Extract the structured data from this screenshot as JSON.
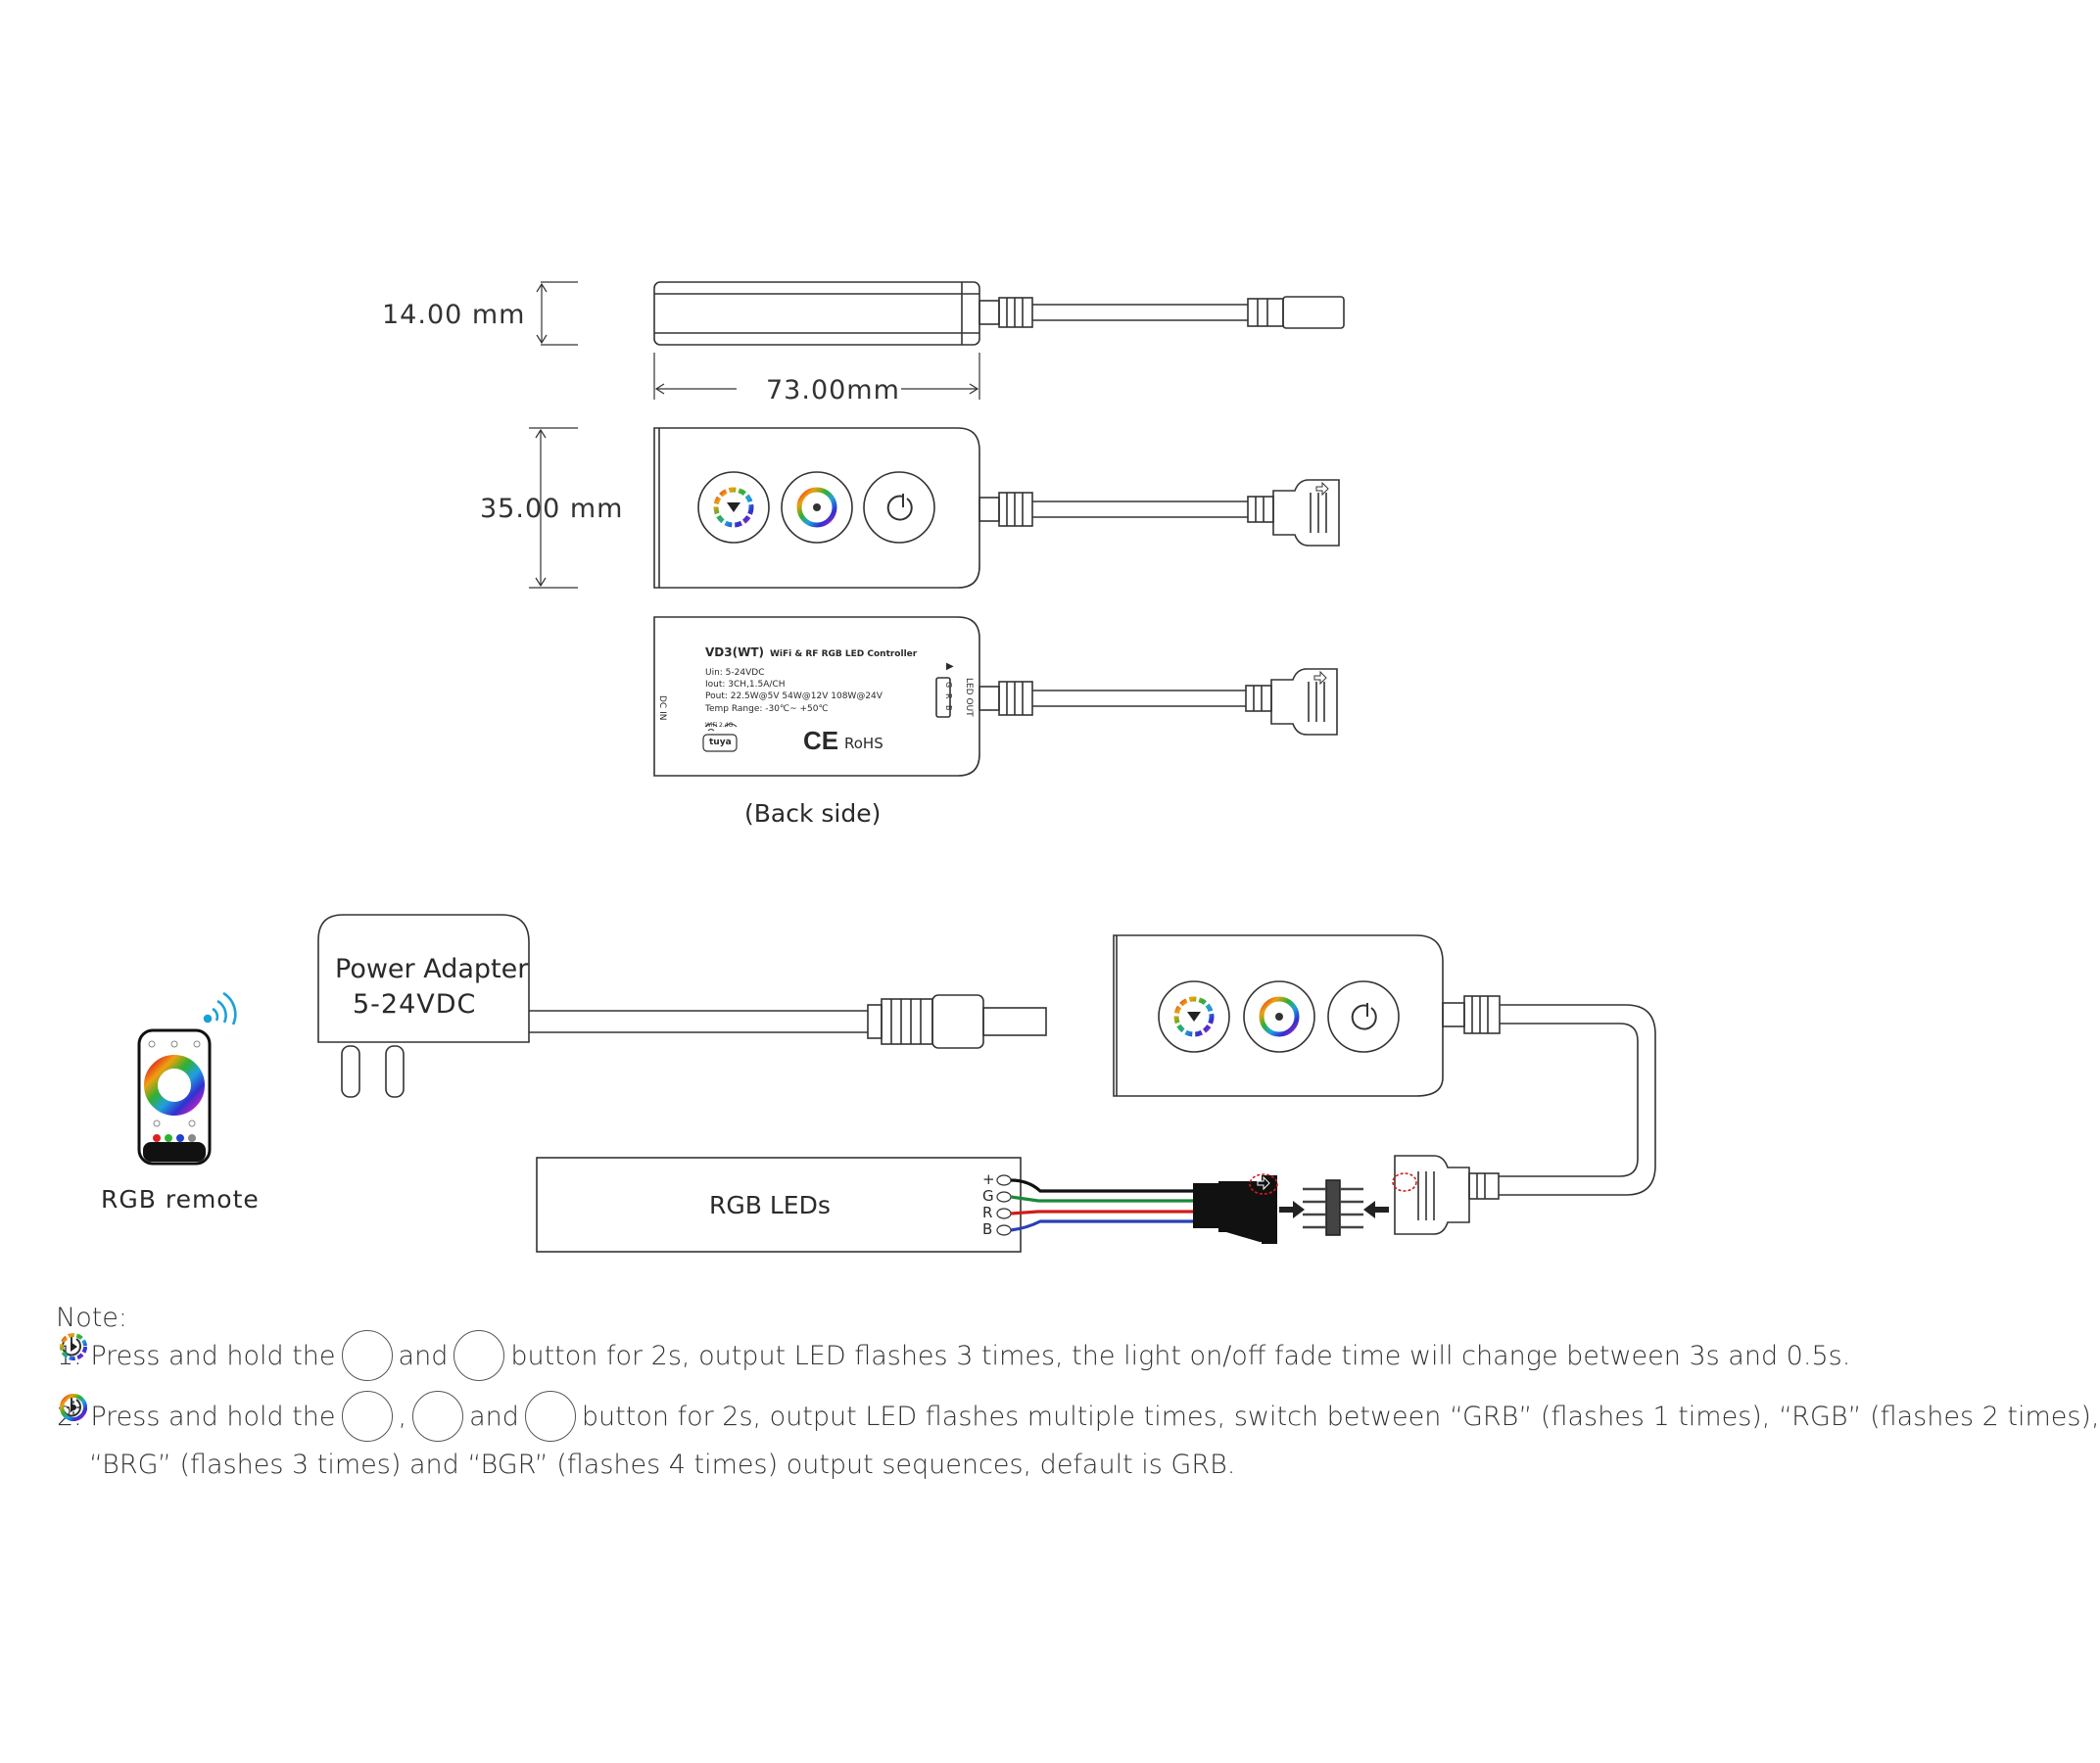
{
  "dimensions": {
    "height": "14.00 mm",
    "length": "73.00mm",
    "width": "35.00 mm"
  },
  "back_label": {
    "model": "VD3(WT)",
    "product": "WiFi & RF RGB LED Controller",
    "uin": "Uin: 5-24VDC",
    "iout": "Iout: 3CH,1.5A/CH",
    "pout": "Pout: 22.5W@5V  54W@12V  108W@24V",
    "temp": "Temp Range: -30℃~ +50℃",
    "wifi": "WiFi 2.4G",
    "tuya": "tuya",
    "ce": "CE",
    "rohs": "RoHS",
    "dc_in": "DC IN",
    "led_out": "LED OUT",
    "pins": [
      "G",
      "R",
      "B"
    ],
    "caption": "(Back side)"
  },
  "wiring": {
    "adapter_title": "Power Adapter",
    "adapter_voltage": "5-24VDC",
    "remote_label": "RGB remote",
    "strip_label": "RGB LEDs",
    "strip_pins": [
      "+",
      "G",
      "R",
      "B"
    ]
  },
  "notes": {
    "title": "Note:",
    "n1_prefix": "1. Press and hold the",
    "n1_and": "and",
    "n1_rest": "button for 2s, output LED flashes 3 times,  the light on/off fade time will change between 3s and 0.5s.",
    "n2_prefix": "2. Press and hold the",
    "n2_comma": ",",
    "n2_and": "and",
    "n2_rest": "button for 2s, output LED flashes multiple times, switch between “GRB” (flashes 1 times), “RGB” (flashes 2 times),",
    "n2_line2": "“BRG” (flashes 3 times) and “BGR”  (flashes 4 times) output sequences, default is GRB."
  },
  "colors": {
    "outline": "#333333",
    "wire_green": "#1a8a3a",
    "wire_red": "#d01c1c",
    "wire_blue": "#2a3fb8",
    "wire_black": "#111111"
  }
}
